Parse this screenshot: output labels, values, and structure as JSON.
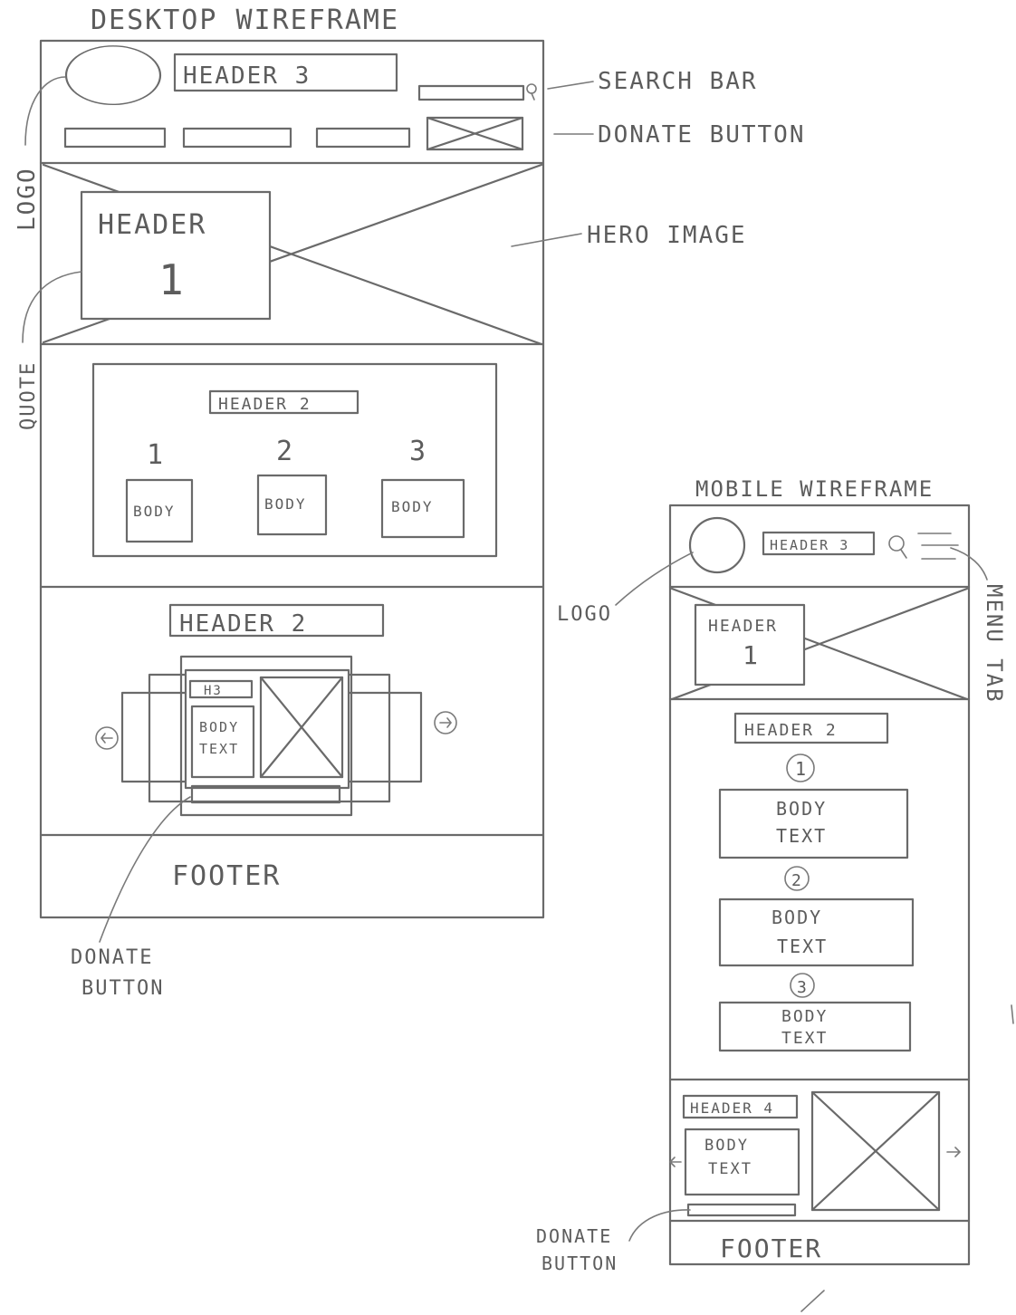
{
  "desktop": {
    "title": "DESKTOP WIREFRAME",
    "header3": "HEADER 3",
    "header1_line1": "HEADER",
    "header1_line2": "1",
    "section2_header": "HEADER 2",
    "step1": "1",
    "step2": "2",
    "step3": "3",
    "body": "BODY",
    "carousel_header": "HEADER 2",
    "card_small_header": "H3",
    "card_body_line1": "BODY",
    "card_body_line2": "TEXT",
    "footer": "FOOTER"
  },
  "desktop_annotations": {
    "search_bar": "SEARCH BAR",
    "donate_button": "DONATE BUTTON",
    "logo": "LOGO",
    "hero_image": "HERO IMAGE",
    "quote": "QUOTE",
    "donate_button_bottom_line1": "DONATE",
    "donate_button_bottom_line2": "BUTTON"
  },
  "mobile": {
    "title": "MOBILE WIREFRAME",
    "header3": "HEADER 3",
    "header1_line1": "HEADER",
    "header1_line2": "1",
    "section2_header": "HEADER 2",
    "step1": "1",
    "step2": "2",
    "step3": "3",
    "body_line1": "BODY",
    "body_line2": "TEXT",
    "header4": "HEADER 4",
    "card_body_line1": "BODY",
    "card_body_line2": "TEXT",
    "footer": "FOOTER"
  },
  "mobile_annotations": {
    "logo": "LOGO",
    "menu_tab": "MENU TAB",
    "donate_button_line1": "DONATE",
    "donate_button_line2": "BUTTON"
  }
}
